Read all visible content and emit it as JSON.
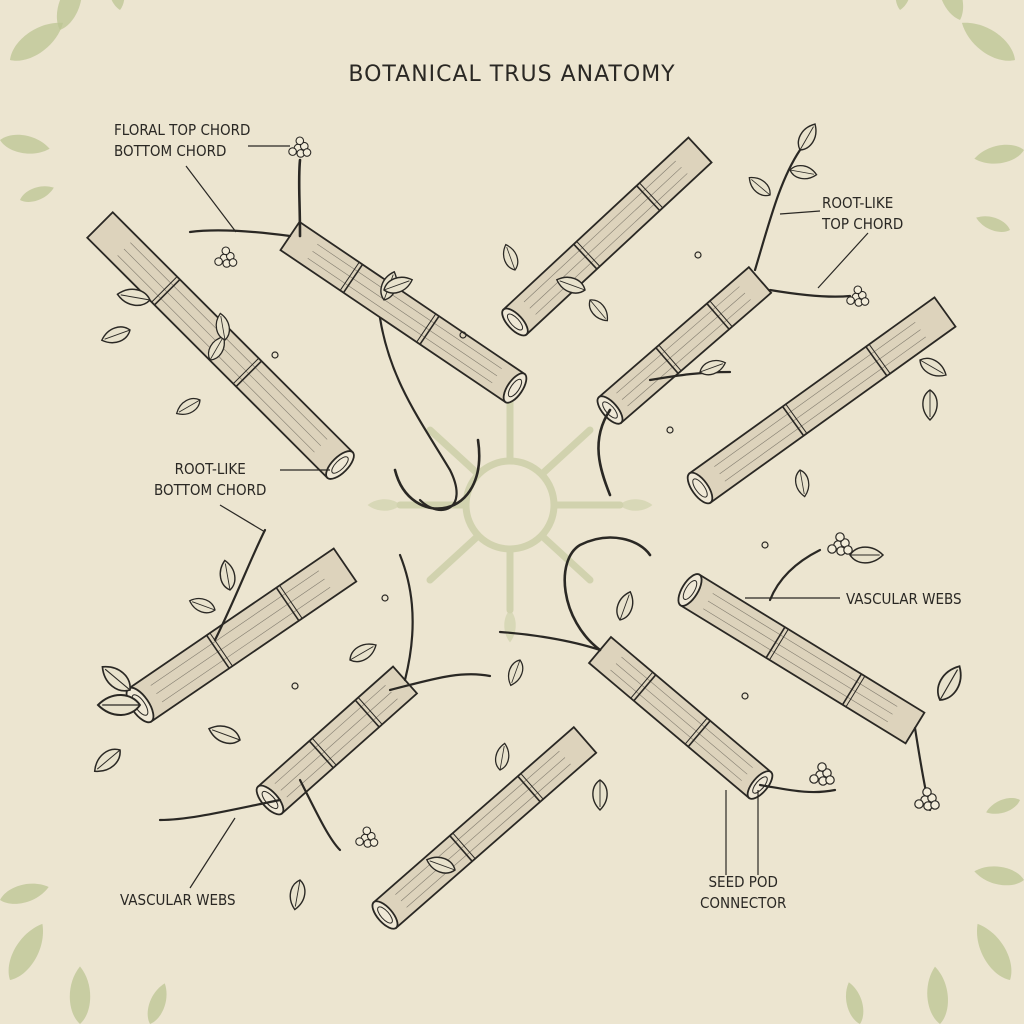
{
  "diagram": {
    "title": "BOTANICAL TRUS ANATOMY",
    "labels": {
      "floral_top_chord": "FLORAL TOP CHORD",
      "bottom_chord": "BOTTOM CHORD",
      "root_like_top_1": "ROOT-LIKE",
      "root_like_top_2": "TOP CHORD",
      "root_like_bottom_1": "ROOT-LIKE",
      "root_like_bottom_2": "BOTTOM CHORD",
      "vascular_webs_right": "VASCULAR WEBS",
      "vascular_webs_left": "VASCULAR WEBS",
      "seed_pod_1": "SEED POD",
      "seed_pod_2": "CONNECTOR"
    },
    "colors": {
      "background": "#ece5d0",
      "ink": "#2a2824",
      "branch_fill": "#ddd3bc",
      "foliage": "#bcc493",
      "leaf_fill": "#e8e2cc"
    }
  }
}
